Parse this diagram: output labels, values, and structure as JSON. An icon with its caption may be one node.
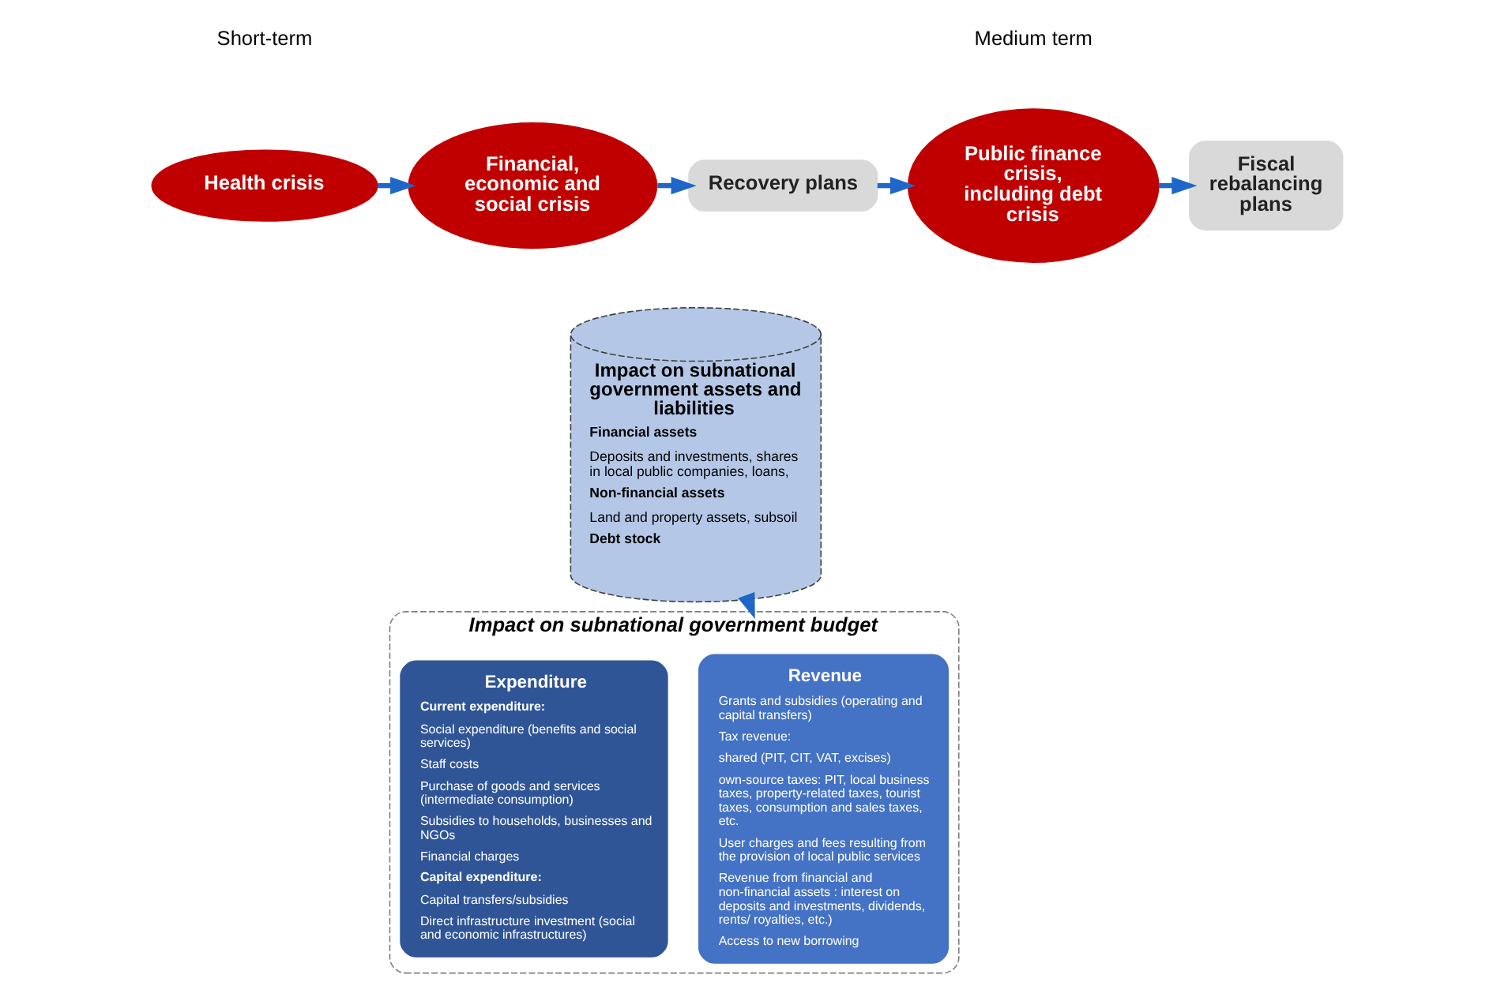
{
  "diagram": {
    "nodes": [
      {
        "text": [
          "Health crisis"
        ]
      },
      {
        "text": [
          "Financial, economic and social crisis"
        ]
      },
      {
        "text": [
          "Recovery plans"
        ]
      },
      {
        "text": [
          "Public finance crisis, including debt crisis"
        ]
      },
      {
        "text": [
          "Fiscal rebalancing plans"
        ]
      },
      {
        "text": [
          "Impact on subnational government assets and liabilities",
          "Financial assets",
          "Deposits and investments, shares in local public companies, loans,",
          "Non-financial assets",
          "Land and property assets, subsoil",
          "Debt stock"
        ]
      },
      {
        "text": [
          "Impact on subnational government budget"
        ]
      },
      {
        "text": [
          "Revenue",
          "Grants and subsidies (operating and capital transfers)",
          "Tax revenue:",
          "shared (PIT, CIT, VAT, excises)",
          "own-source taxes: PIT, local business taxes, property-related taxes, tourist taxes, consumption and sales taxes, etc.",
          "User charges and fees resulting from the provision of local public services",
          "Revenue from financial and non-financial assets : interest on deposits and investments, dividends, rents/ royalties, etc.)",
          "Access to new borrowing"
        ],
        "in": 6
      },
      {
        "text": [
          "Expenditure",
          "Current expenditure:",
          "Social expenditure (benefits and social services)",
          "Staff costs",
          "Purchase of goods and services (intermediate consumption)",
          "Subsidies to households, businesses and NGOs",
          "Financial charges",
          "Capital expenditure:",
          "Capital transfers/subsidies",
          "Direct infrastructure investment (social and economic infrastructures)"
        ],
        "in": 6
      }
    ],
    "edges": [
      {
        "from": 0,
        "to": 1,
        "arrow": "to"
      },
      {
        "from": 1,
        "to": 2,
        "arrow": "to"
      },
      {
        "from": 2,
        "to": 3,
        "arrow": "to"
      },
      {
        "from": 3,
        "to": 4,
        "arrow": "to"
      },
      {
        "from": 5,
        "to": 6,
        "arrow": "to"
      }
    ],
    "labels": [
      "Short-term",
      "Medium term"
    ]
  }
}
